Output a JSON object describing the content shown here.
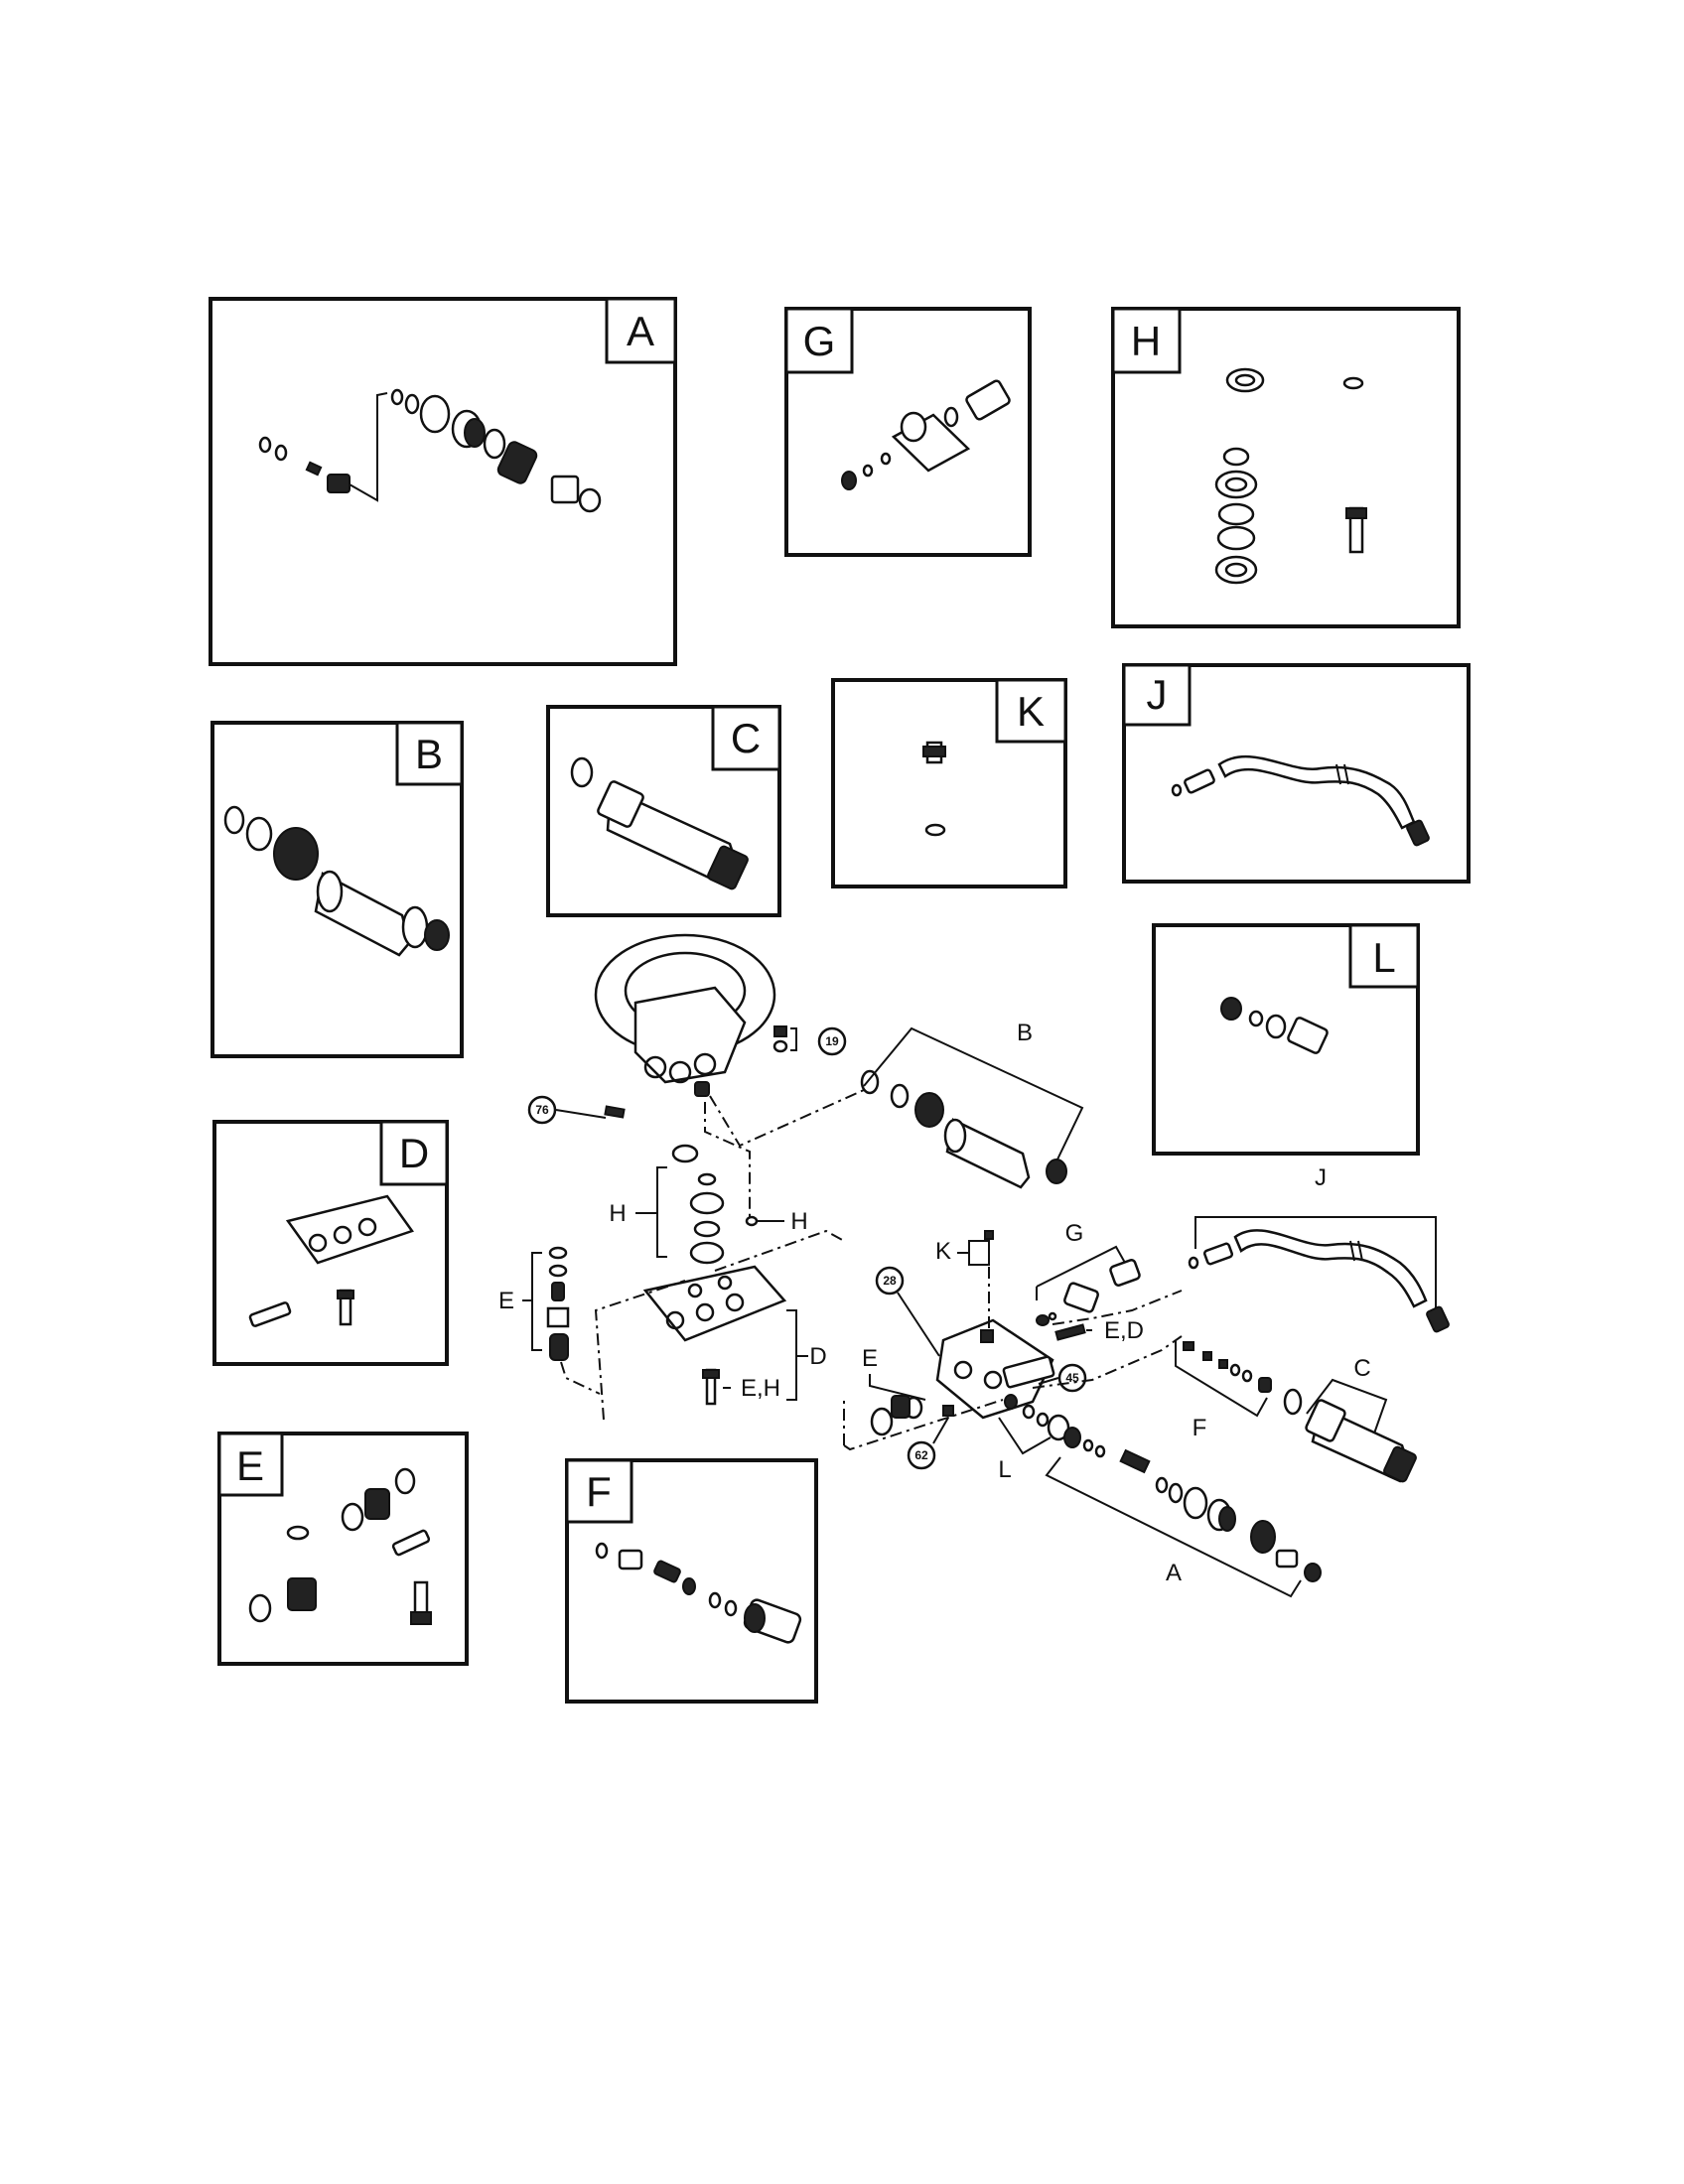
{
  "panels": {
    "A": "A",
    "B": "B",
    "C": "C",
    "D": "D",
    "E": "E",
    "F": "F",
    "G": "G",
    "H": "H",
    "J": "J",
    "K": "K",
    "L": "L"
  },
  "labels": {
    "b": "B",
    "h_left": "H",
    "h_right": "H",
    "e_left": "E",
    "d": "D",
    "eh": "E,H",
    "k": "K",
    "g": "G",
    "ed": "E,D",
    "j": "J",
    "c": "C",
    "e_right": "E",
    "f": "F",
    "l": "L",
    "a": "A"
  },
  "callouts": {
    "c19": "19",
    "c76": "76",
    "c28": "28",
    "c45": "45",
    "c62": "62"
  }
}
